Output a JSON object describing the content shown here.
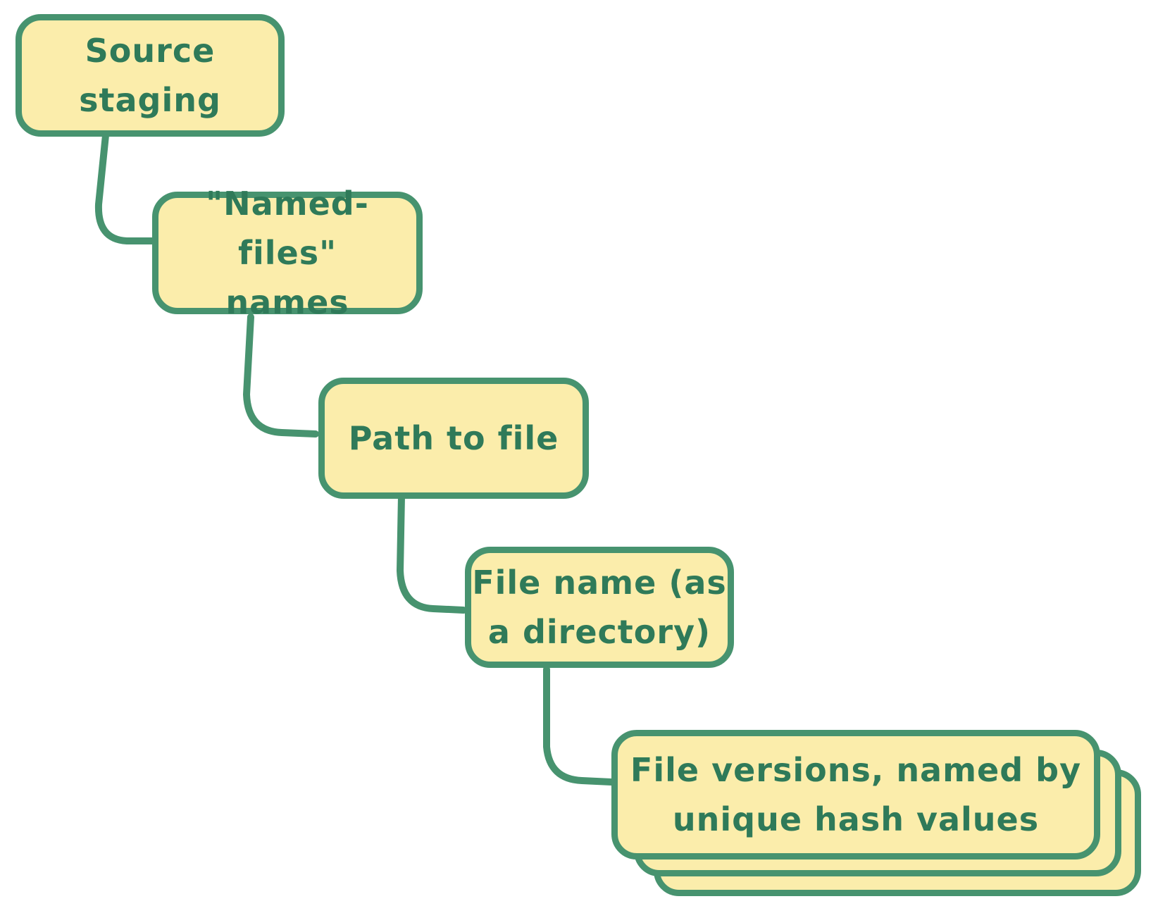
{
  "diagram": {
    "colors": {
      "fill": "#fbedab",
      "stroke": "#47936f",
      "text": "#2f7a59"
    },
    "nodes": [
      {
        "id": "source-staging",
        "label": "Source\nstaging"
      },
      {
        "id": "named-files-names",
        "label": "\"Named-files\"\nnames"
      },
      {
        "id": "path-to-file",
        "label": "Path to file"
      },
      {
        "id": "file-name-directory",
        "label": "File name (as\na directory)"
      },
      {
        "id": "file-versions",
        "label": "File versions, named by\nunique hash values"
      }
    ],
    "edges": [
      {
        "from": "source-staging",
        "to": "named-files-names"
      },
      {
        "from": "named-files-names",
        "to": "path-to-file"
      },
      {
        "from": "path-to-file",
        "to": "file-name-directory"
      },
      {
        "from": "file-name-directory",
        "to": "file-versions"
      }
    ]
  }
}
